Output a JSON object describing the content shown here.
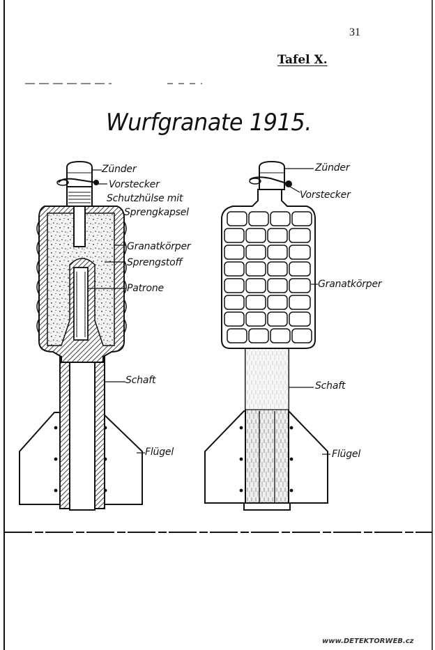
{
  "page": {
    "number": "31",
    "plate": "Tafel X.",
    "title": "Wurfgranate 1915."
  },
  "labels_left": {
    "fuze": "Zünder",
    "safety_pin": "Vorstecker",
    "sleeve_line1": "Schutzhülse mit",
    "sleeve_line2": "Sprengkapsel",
    "body": "Granatkörper",
    "explosive": "Sprengstoff",
    "cartridge": "Patrone",
    "shaft": "Schaft",
    "fins": "Flügel"
  },
  "labels_right": {
    "fuze": "Zünder",
    "safety_pin": "Vorstecker",
    "body": "Granatkörper",
    "shaft": "Schaft",
    "fins": "Flügel"
  },
  "watermark": "www.DETEKTORWEB.cz",
  "colors": {
    "ink": "#111111",
    "paper": "#ffffff",
    "fill_shade": "#e6e6e6"
  }
}
